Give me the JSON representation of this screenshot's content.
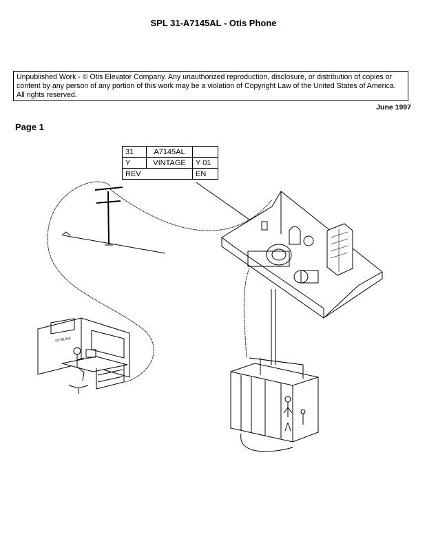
{
  "header": {
    "title": "SPL 31-A7145AL  -  Otis Phone"
  },
  "notice": {
    "text": "Unpublished Work - © Otis Elevator Company.  Any unauthorized reproduction, disclosure, or distribution of copies or content by any person of any portion of this work may be a violation of Copyright Law of the United States of America.  All rights reserved."
  },
  "date": "June 1997",
  "page_label": "Page 1",
  "ident_table": {
    "r1c1": "31",
    "r1c2": "A7145AL",
    "r1c3": "",
    "r2c1": "Y",
    "r2c2": "VINTAGE",
    "r2c3": "Y  01",
    "r3c1": "REV",
    "r3c2": "EN"
  },
  "illustration": {
    "sign_label": "OTISLINE"
  }
}
